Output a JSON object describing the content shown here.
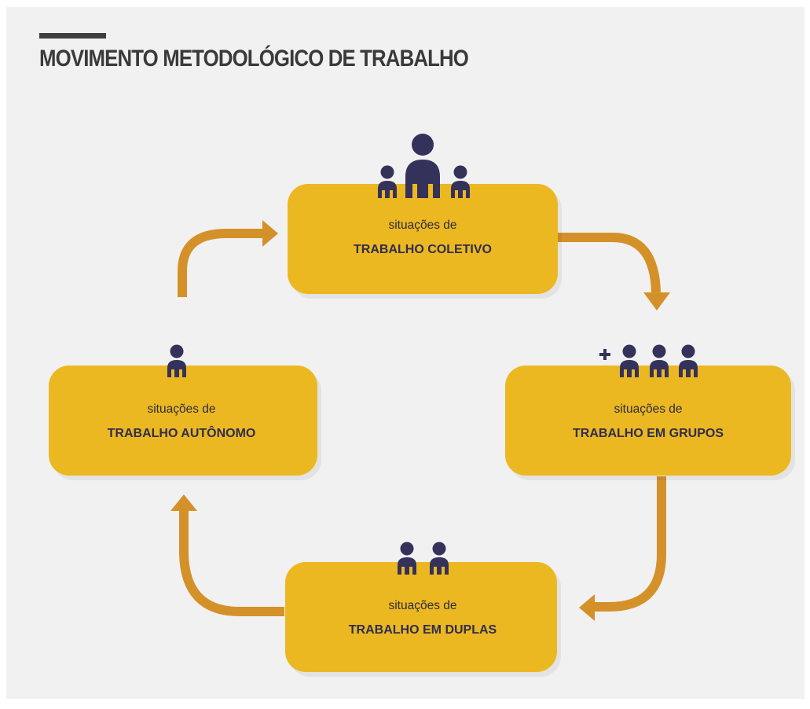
{
  "title": "MOVIMENTO METODOLÓGICO DE TRABALHO",
  "colors": {
    "background": "#f1f1f1",
    "box": "#ecb820",
    "arrow": "#d4912a",
    "person_icon": "#34325a",
    "title": "#3a3a3a"
  },
  "boxes": {
    "coletivo": {
      "subtitle": "situações de",
      "label": "TRABALHO COLETIVO",
      "icon": "group-of-three-people-icon"
    },
    "grupos": {
      "subtitle": "situações de",
      "label": "TRABALHO EM GRUPOS",
      "icon": "plus-three-people-icon"
    },
    "duplas": {
      "subtitle": "situações de",
      "label": "TRABALHO EM DUPLAS",
      "icon": "two-people-icon"
    },
    "autonomo": {
      "subtitle": "situações de",
      "label": "TRABALHO AUTÔNOMO",
      "icon": "single-person-icon"
    }
  },
  "cycle_order": [
    "coletivo",
    "grupos",
    "duplas",
    "autonomo"
  ]
}
